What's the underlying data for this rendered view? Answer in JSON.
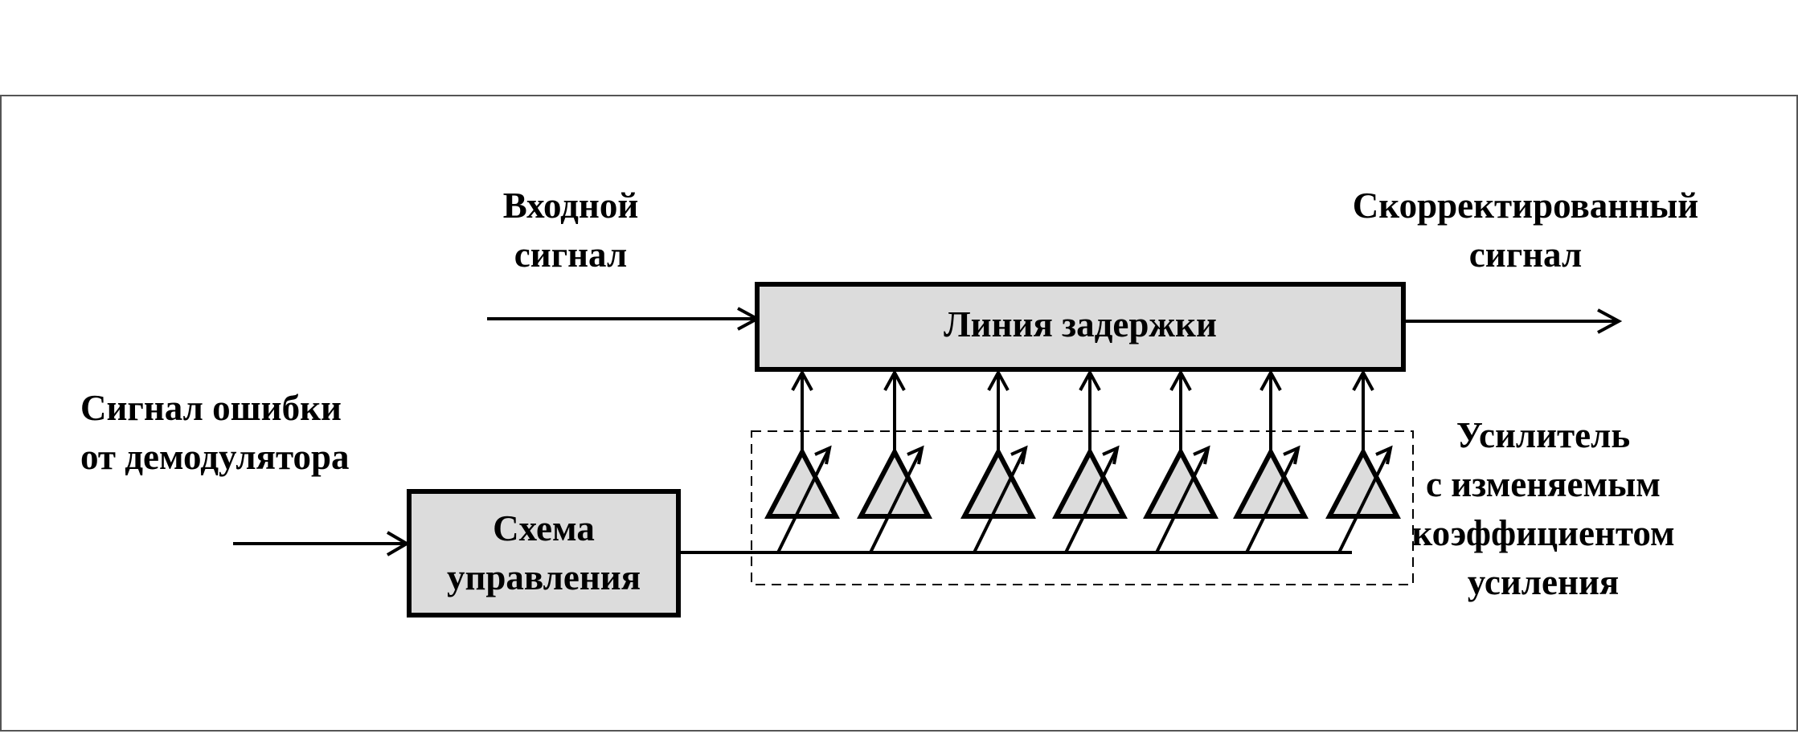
{
  "input_signal": {
    "line1": "Входной",
    "line2": "сигнал"
  },
  "output_signal": {
    "line1": "Скорректированный",
    "line2": "сигнал"
  },
  "error_signal": {
    "line1": "Сигнал ошибки",
    "line2": "от демодулятора"
  },
  "delay_line": {
    "label": "Линия задержки"
  },
  "control_circuit": {
    "line1": "Схема",
    "line2": "управления"
  },
  "amplifier_caption": {
    "line1": "Усилитель",
    "line2": "с изменяемым",
    "line3": "коэффициентом",
    "line4": "усиления"
  },
  "amplifier_count": 7,
  "colors": {
    "box_fill": "#dcdcdc",
    "stroke": "#000000",
    "frame": "#555555"
  }
}
